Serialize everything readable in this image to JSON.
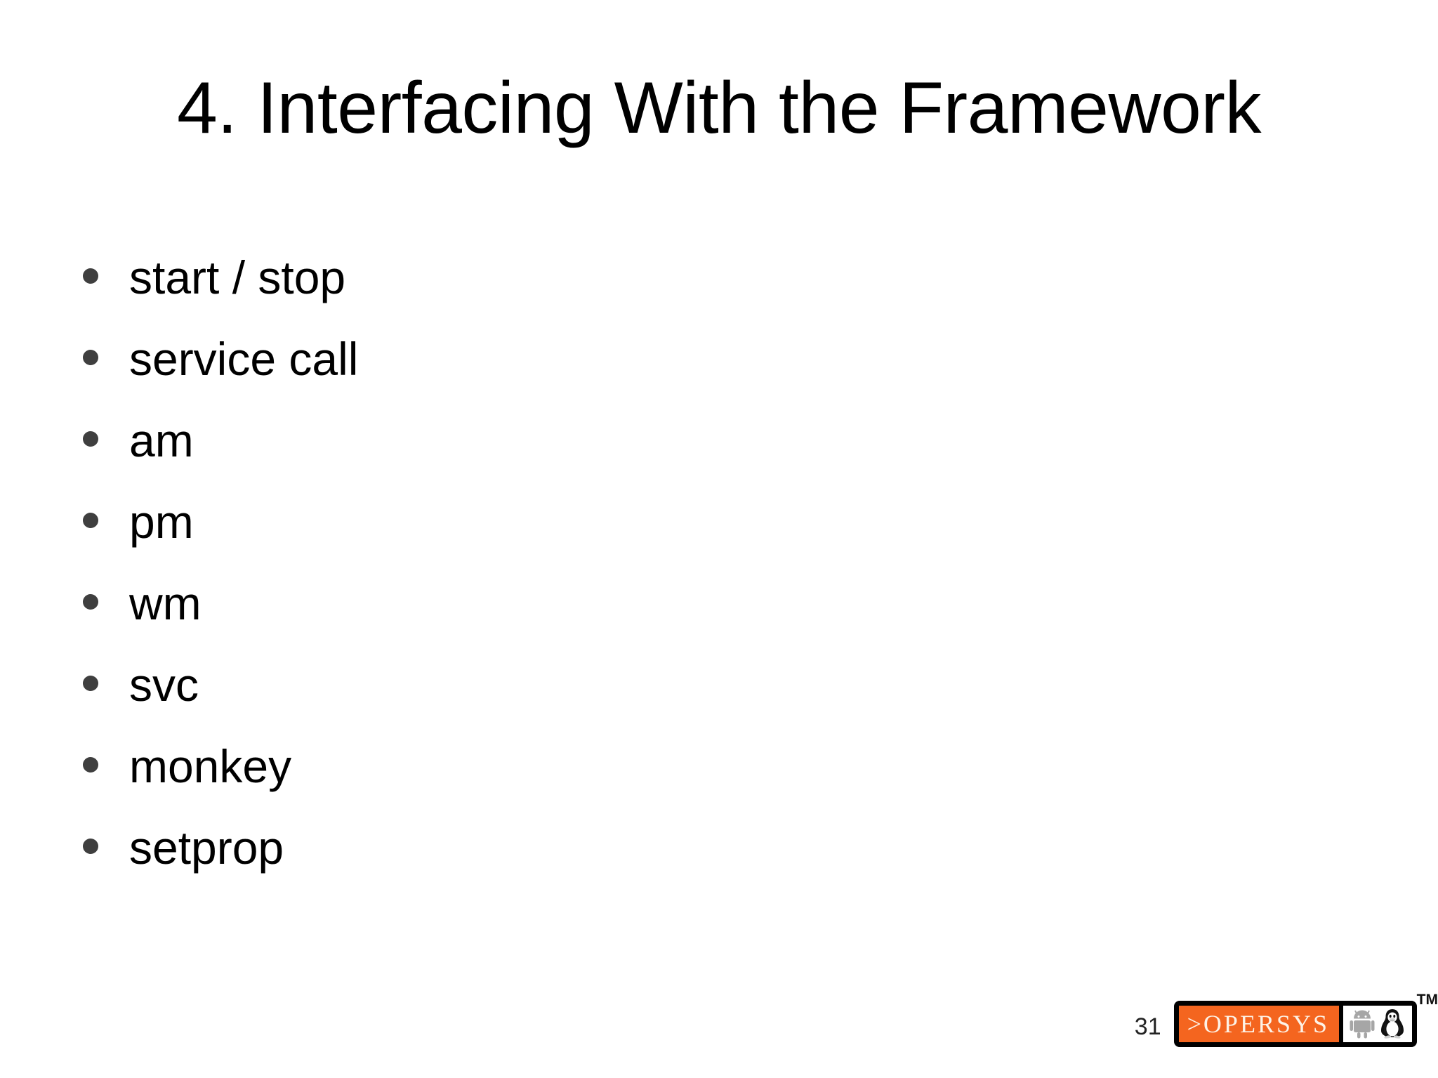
{
  "slide": {
    "title": "4. Interfacing With the Framework",
    "background_color": "#ffffff",
    "text_color": "#000000"
  },
  "bullets": [
    {
      "label": "start / stop"
    },
    {
      "label": "service call"
    },
    {
      "label": "am"
    },
    {
      "label": "pm"
    },
    {
      "label": "wm"
    },
    {
      "label": "svc"
    },
    {
      "label": "monkey"
    },
    {
      "label": "setprop"
    }
  ],
  "footer": {
    "page_number": "31",
    "logo_text": ">OPERSYS",
    "trademark": "TM",
    "logo_orange_color": "#f4651f",
    "logo_text_color": "#fdf2e6",
    "logo_border_color": "#000000",
    "android_icon_color": "#a6a6a6",
    "icons": [
      {
        "name": "android-robot-icon"
      },
      {
        "name": "linux-tux-penguin-icon"
      }
    ]
  }
}
